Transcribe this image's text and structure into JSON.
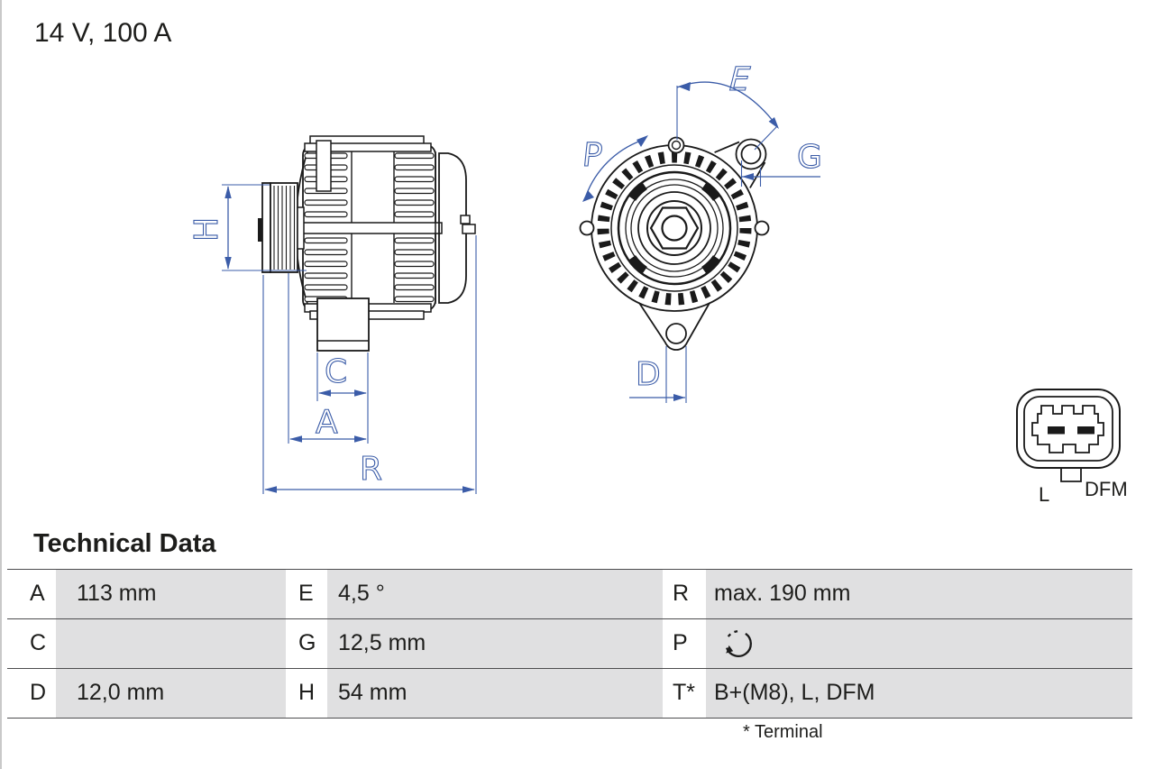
{
  "page": {
    "title": "14 V, 100 A"
  },
  "drawing": {
    "side_view": {
      "dims": {
        "h": "H",
        "c": "C",
        "a": "A",
        "r": "R"
      }
    },
    "front_view": {
      "dims": {
        "e": "E",
        "p": "P",
        "g": "G",
        "d": "D"
      }
    },
    "connector": {
      "pin_left": "L",
      "pin_right": "DFM"
    }
  },
  "table": {
    "title": "Technical Data",
    "footnote": "* Terminal",
    "rows": [
      {
        "c1": {
          "key": "A",
          "value": "113 mm"
        },
        "c2": {
          "key": "E",
          "value": "4,5 °"
        },
        "c3": {
          "key": "R",
          "value": "max. 190 mm"
        }
      },
      {
        "c1": {
          "key": "C",
          "value": ""
        },
        "c2": {
          "key": "G",
          "value": "12,5 mm"
        },
        "c3": {
          "key": "P",
          "value": "",
          "icon": "rotation-direction-icon"
        }
      },
      {
        "c1": {
          "key": "D",
          "value": "12,0 mm"
        },
        "c2": {
          "key": "H",
          "value": "54 mm"
        },
        "c3": {
          "key": "T*",
          "value": "B+(M8), L, DFM"
        }
      }
    ]
  },
  "colors": {
    "dimension_blue": "#3b5ca8",
    "line_black": "#1a1a1a",
    "cell_grey": "#e0e0e1",
    "text": "#1d1d1b"
  }
}
